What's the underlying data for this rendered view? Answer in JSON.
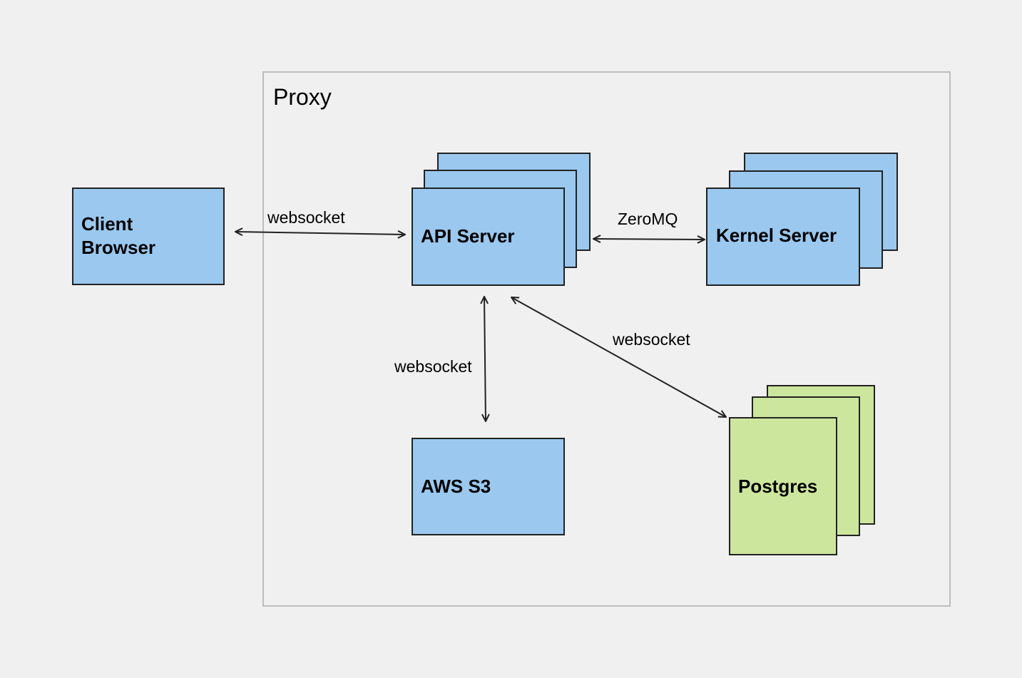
{
  "colors": {
    "background": "#f0f0f0",
    "node_blue": "#9ac8ef",
    "node_green": "#cde69e",
    "stroke": "#222222",
    "group_border": "#bdbdbd"
  },
  "group": {
    "label": "Proxy"
  },
  "nodes": {
    "client_browser": {
      "label_line1": "Client",
      "label_line2": "Browser"
    },
    "api_server": {
      "label": "API Server"
    },
    "kernel_server": {
      "label": "Kernel Server"
    },
    "aws_s3": {
      "label": "AWS S3"
    },
    "postgres": {
      "label": "Postgres"
    }
  },
  "edges": {
    "client_api": {
      "label": "websocket"
    },
    "api_kernel": {
      "label": "ZeroMQ"
    },
    "api_s3": {
      "label": "websocket"
    },
    "api_postgres": {
      "label": "websocket"
    }
  }
}
